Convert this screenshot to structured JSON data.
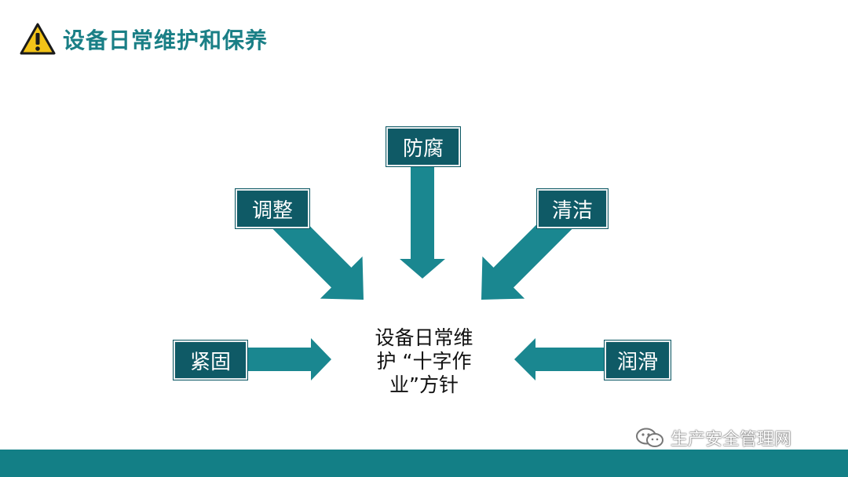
{
  "header": {
    "title": "设备日常维护和保养",
    "icon": "warning-icon"
  },
  "diagram": {
    "center_lines": [
      "设备日常维",
      "护 “十字作",
      "业”方针"
    ],
    "nodes": {
      "top": "防腐",
      "upper_left": "调整",
      "upper_right": "清洁",
      "left": "紧固",
      "right": "润滑"
    }
  },
  "colors": {
    "accent": "#1a7f86",
    "box_fill": "#0f5a66",
    "arrow_fill": "#1a8790",
    "footer": "#137f86",
    "warning_yellow": "#f2c318"
  },
  "watermark": {
    "text": "生产安全管理网",
    "icon": "wechat-icon"
  }
}
